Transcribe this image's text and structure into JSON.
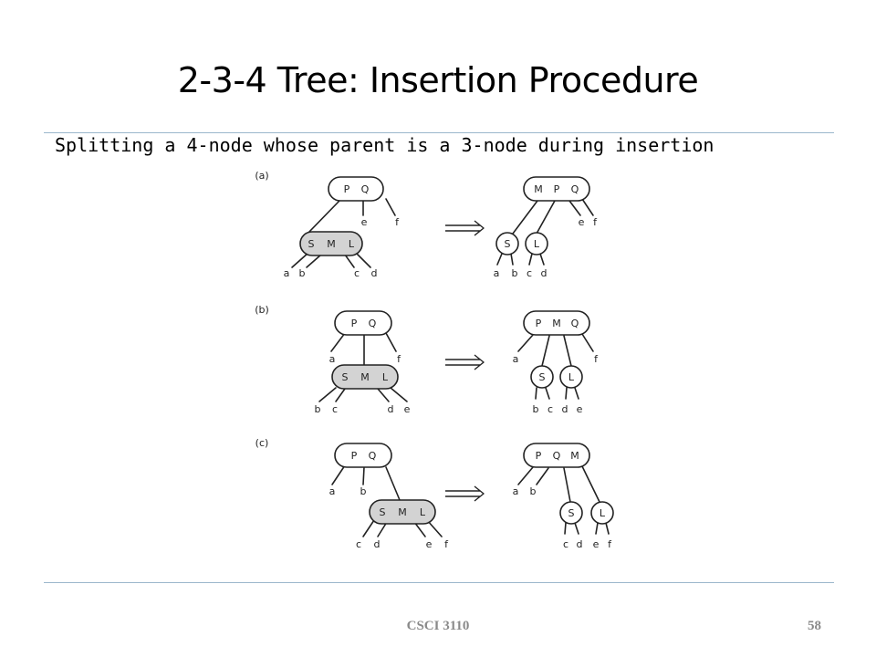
{
  "slide": {
    "title": "2-3-4 Tree: Insertion Procedure",
    "subtitle": "Splitting a 4-node whose parent is a 3-node during insertion",
    "footer_course": "CSCI 3110",
    "page_number": "58"
  },
  "colors": {
    "rule": "#9bb7cc",
    "split_node_fill": "#d3d3d3",
    "node_fill": "#ffffff",
    "stroke": "#222222"
  },
  "icons": {
    "implies_arrow": "double-right-arrow-icon"
  },
  "diagram": {
    "cases": [
      {
        "label": "(a)",
        "before": {
          "parent_keys": [
            "P",
            "Q"
          ],
          "split_keys": [
            "S",
            "M",
            "L"
          ],
          "parent_leaves": [
            "e",
            "f"
          ],
          "split_leaves": [
            "a",
            "b",
            "c",
            "d"
          ]
        },
        "after": {
          "parent_keys": [
            "M",
            "P",
            "Q"
          ],
          "children": [
            "S",
            "L"
          ],
          "parent_leaves": [
            "e",
            "f"
          ],
          "child_leaves": [
            "a",
            "b",
            "c",
            "d"
          ]
        }
      },
      {
        "label": "(b)",
        "before": {
          "parent_keys": [
            "P",
            "Q"
          ],
          "split_keys": [
            "S",
            "M",
            "L"
          ],
          "parent_leaves": [
            "a",
            "f"
          ],
          "split_leaves": [
            "b",
            "c",
            "d",
            "e"
          ]
        },
        "after": {
          "parent_keys": [
            "P",
            "M",
            "Q"
          ],
          "children": [
            "S",
            "L"
          ],
          "parent_leaves": [
            "a",
            "f"
          ],
          "child_leaves": [
            "b",
            "c",
            "d",
            "e"
          ]
        }
      },
      {
        "label": "(c)",
        "before": {
          "parent_keys": [
            "P",
            "Q"
          ],
          "split_keys": [
            "S",
            "M",
            "L"
          ],
          "parent_leaves": [
            "a",
            "b"
          ],
          "split_leaves": [
            "c",
            "d",
            "e",
            "f"
          ]
        },
        "after": {
          "parent_keys": [
            "P",
            "Q",
            "M"
          ],
          "children": [
            "S",
            "L"
          ],
          "parent_leaves": [
            "a",
            "b"
          ],
          "child_leaves": [
            "c",
            "d",
            "e",
            "f"
          ]
        }
      }
    ]
  }
}
